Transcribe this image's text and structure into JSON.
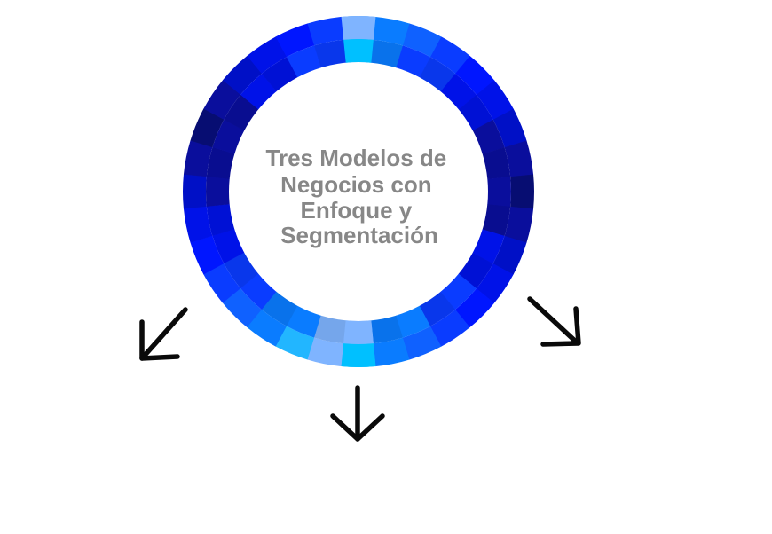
{
  "center_title": {
    "lines": [
      "Tres Modelos de",
      "Negocios con",
      "Enfoque y",
      "Segmentación"
    ],
    "color": "#878787"
  },
  "ring": {
    "segments": 32,
    "tile_colors_clockwise_from_top": [
      "#3399ff",
      "#0a7cff",
      "#0f61ff",
      "#0a3cff",
      "#0016ff",
      "#0012e8",
      "#0010c6",
      "#0a0e9c",
      "#070d72",
      "#0a0e9c",
      "#0010c6",
      "#0012e8",
      "#0016ff",
      "#0a3cff",
      "#0f61ff",
      "#0a7cff",
      "#22b6ff",
      "#7fb4ff",
      "#22b6ff",
      "#0a7cff",
      "#0f61ff",
      "#0a3cff",
      "#0016ff",
      "#0012e8",
      "#0010c6",
      "#0a0e9c",
      "#070d72",
      "#0a0e9c",
      "#0010c6",
      "#0012e8",
      "#0016ff",
      "#0a3cff"
    ],
    "accent_light": "#7fb4ff",
    "accent_cyan": "#00c0ff"
  },
  "arrows": [
    {
      "name": "arrow-down-left",
      "direction": "down-left"
    },
    {
      "name": "arrow-down",
      "direction": "down"
    },
    {
      "name": "arrow-down-right",
      "direction": "down-right"
    }
  ]
}
